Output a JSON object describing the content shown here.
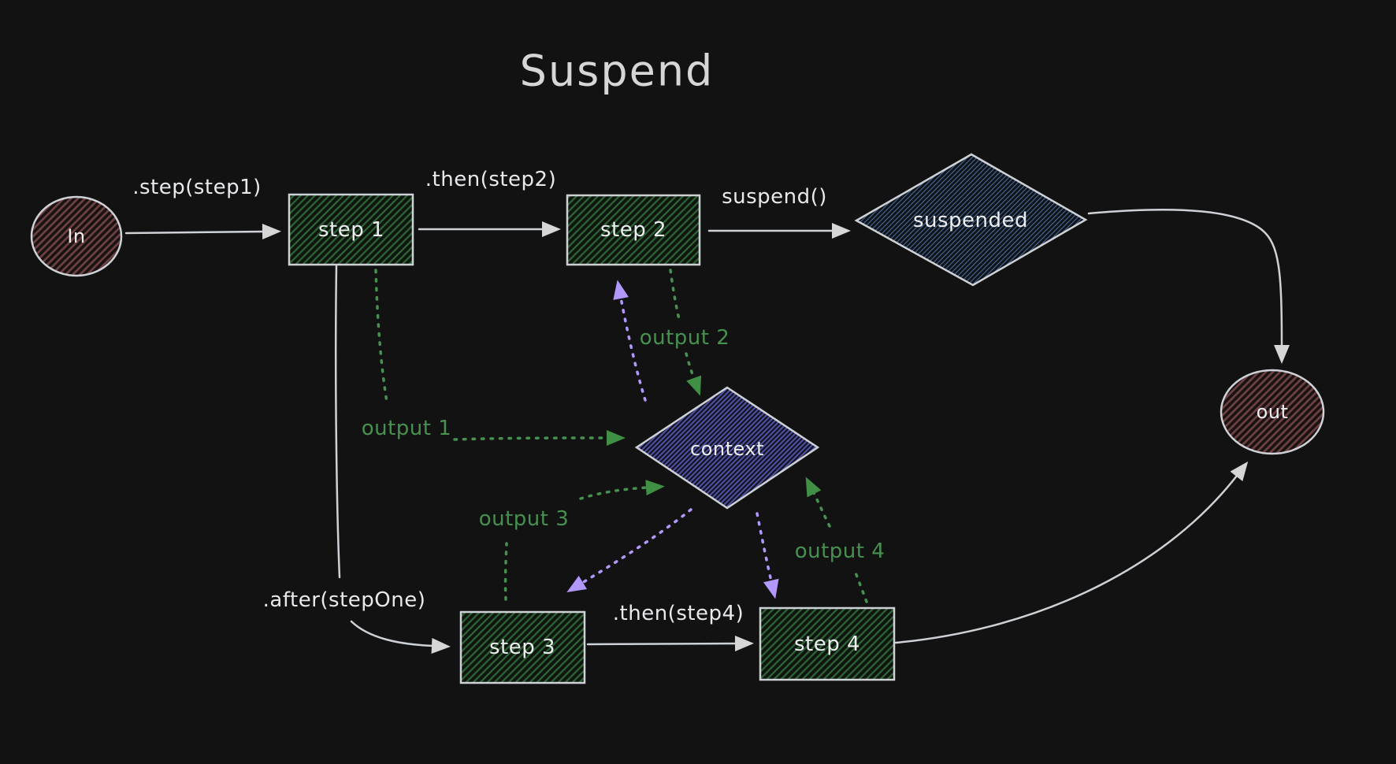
{
  "title": "Suspend",
  "colors": {
    "background": "#121212",
    "stroke": "#ced2d6",
    "green_accent": "#479150",
    "purple_accent": "#b298fa",
    "red_hatch": "#6b4040",
    "green_hatch": "#2c5f33",
    "blue_hatch": "#44638b",
    "purple_hatch": "#5252a0"
  },
  "nodes": {
    "in": {
      "label": "In",
      "shape": "ellipse"
    },
    "step1": {
      "label": "step 1",
      "shape": "rectangle"
    },
    "step2": {
      "label": "step 2",
      "shape": "rectangle"
    },
    "suspended": {
      "label": "suspended",
      "shape": "diamond"
    },
    "context": {
      "label": "context",
      "shape": "diamond"
    },
    "step3": {
      "label": "step 3",
      "shape": "rectangle"
    },
    "step4": {
      "label": "step 4",
      "shape": "rectangle"
    },
    "out": {
      "label": "out",
      "shape": "ellipse"
    }
  },
  "edges": {
    "step_step1": {
      "label": ".step(step1)",
      "from": "in",
      "to": "step1",
      "style": "solid"
    },
    "then_step2": {
      "label": ".then(step2)",
      "from": "step1",
      "to": "step2",
      "style": "solid"
    },
    "suspend_call": {
      "label": "suspend()",
      "from": "step2",
      "to": "suspended",
      "style": "solid"
    },
    "suspended_out": {
      "label": "",
      "from": "suspended",
      "to": "out",
      "style": "solid"
    },
    "after_stepone": {
      "label": ".after(stepOne)",
      "from": "step1",
      "to": "step3",
      "style": "solid"
    },
    "then_step4": {
      "label": ".then(step4)",
      "from": "step3",
      "to": "step4",
      "style": "solid"
    },
    "step4_out": {
      "label": "",
      "from": "step4",
      "to": "out",
      "style": "solid"
    },
    "output1": {
      "label": "output 1",
      "from": "step1",
      "to": "context",
      "style": "dotted-green"
    },
    "output2": {
      "label": "output 2",
      "from": "step2",
      "to": "context",
      "style": "dotted-green"
    },
    "output3": {
      "label": "output 3",
      "from": "step3",
      "to": "context",
      "style": "dotted-green"
    },
    "output4": {
      "label": "output 4",
      "from": "step4",
      "to": "context",
      "style": "dotted-green"
    },
    "context_step2": {
      "label": "",
      "from": "context",
      "to": "step2",
      "style": "dotted-purple"
    },
    "context_step3": {
      "label": "",
      "from": "context",
      "to": "step3",
      "style": "dotted-purple"
    },
    "context_step4": {
      "label": "",
      "from": "context",
      "to": "step4",
      "style": "dotted-purple"
    }
  }
}
